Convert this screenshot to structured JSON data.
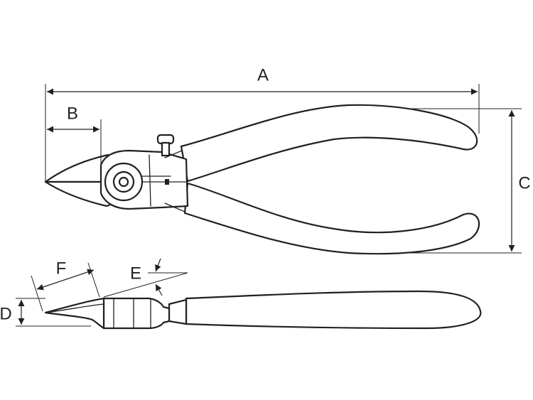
{
  "labels": {
    "a": "A",
    "b": "B",
    "c": "C",
    "d": "D",
    "e": "E",
    "f": "F"
  },
  "colors": {
    "stroke": "#231f20",
    "background": "#ffffff"
  }
}
